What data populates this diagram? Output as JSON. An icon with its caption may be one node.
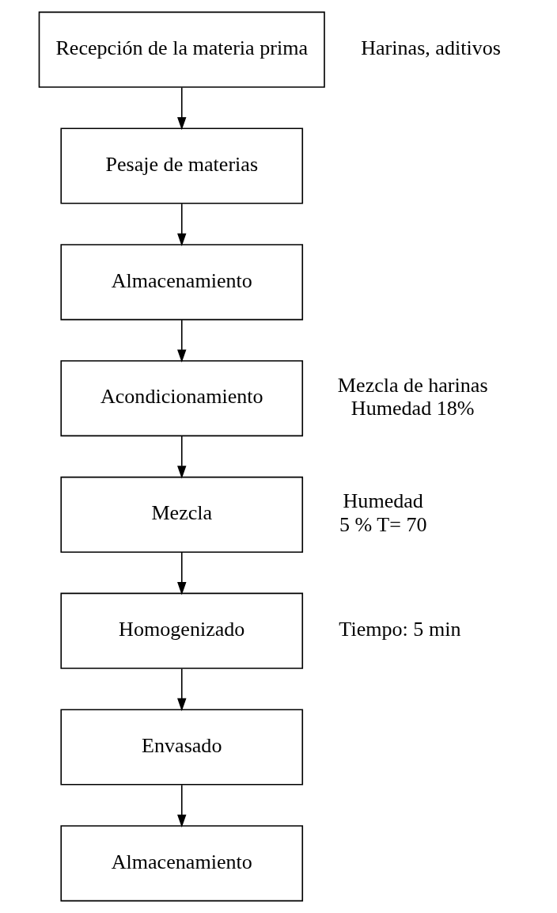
{
  "diagram": {
    "nodes": [
      {
        "text": [
          "Recepción de la materia prima"
        ],
        "beside": [
          "Harinas, aditivos"
        ]
      },
      {
        "text": [
          "Pesaje de materias"
        ]
      },
      {
        "text": [
          "Almacenamiento"
        ]
      },
      {
        "text": [
          "Acondicionamiento"
        ],
        "beside": [
          "Mezcla de harinas",
          "Humedad 18%"
        ]
      },
      {
        "text": [
          "Mezcla"
        ],
        "beside": [
          "Humedad",
          "5 % T= 70"
        ]
      },
      {
        "text": [
          "Homogenizado"
        ],
        "beside": [
          "Tiempo: 5 min"
        ]
      },
      {
        "text": [
          "Envasado"
        ]
      },
      {
        "text": [
          "Almacenamiento"
        ]
      }
    ],
    "edges": [
      {
        "from": 0,
        "to": 1,
        "arrow": "to"
      },
      {
        "from": 1,
        "to": 2,
        "arrow": "to"
      },
      {
        "from": 2,
        "to": 3,
        "arrow": "to"
      },
      {
        "from": 3,
        "to": 4,
        "arrow": "to"
      },
      {
        "from": 4,
        "to": 5,
        "arrow": "to"
      },
      {
        "from": 5,
        "to": 6,
        "arrow": "to"
      },
      {
        "from": 6,
        "to": 7,
        "arrow": "to"
      }
    ]
  }
}
